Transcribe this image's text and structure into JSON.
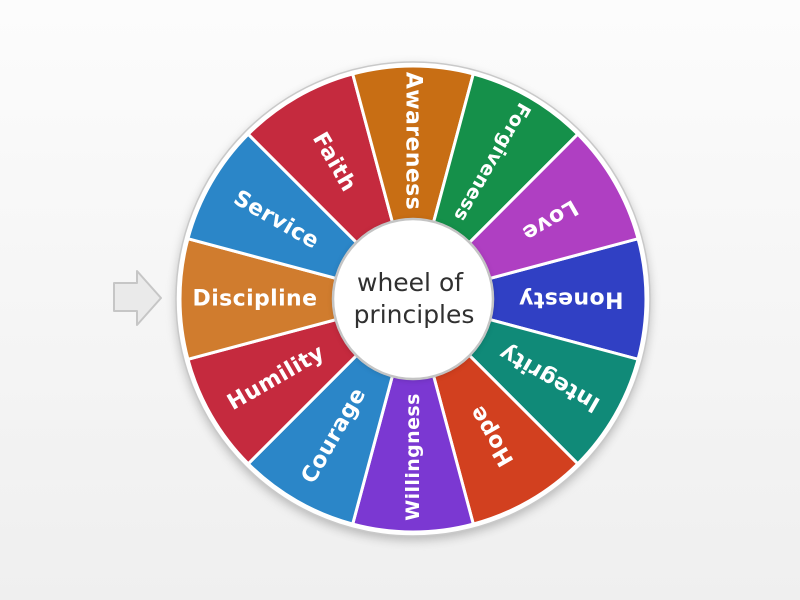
{
  "background": {
    "top": "#fcfcfc",
    "bottom": "#efefef"
  },
  "pointer": {
    "fill": "#eaeaea",
    "stroke": "#c6c6c6"
  },
  "wheel": {
    "center_label_line1": "wheel of",
    "center_label_line2": "principles",
    "center_text_color": "#303030",
    "segment_text_color": "#ffffff",
    "rim_color": "#ffffff",
    "rim_edge_color": "#c9c9c9",
    "hub_fill": "#ffffff",
    "hub_stroke": "#c4c4c4",
    "segments": [
      {
        "label": "Honesty",
        "color": "#3040c4",
        "angle": 0
      },
      {
        "label": "Integrity",
        "color": "#108a78",
        "angle": 30
      },
      {
        "label": "Hope",
        "color": "#d2401f",
        "angle": 60
      },
      {
        "label": "Willingness",
        "color": "#7b38d2",
        "angle": 90
      },
      {
        "label": "Courage",
        "color": "#2b86c8",
        "angle": 120
      },
      {
        "label": "Humility",
        "color": "#c52a3e",
        "angle": 150
      },
      {
        "label": "Discipline",
        "color": "#d07c2e",
        "angle": 180
      },
      {
        "label": "Service",
        "color": "#2b86c8",
        "angle": 210
      },
      {
        "label": "Faith",
        "color": "#c52a3e",
        "angle": 240
      },
      {
        "label": "Awareness",
        "color": "#c86e14",
        "angle": 270
      },
      {
        "label": "Forgiveness",
        "color": "#15904a",
        "angle": 300
      },
      {
        "label": "Love",
        "color": "#af3fc2",
        "angle": 330
      }
    ]
  }
}
